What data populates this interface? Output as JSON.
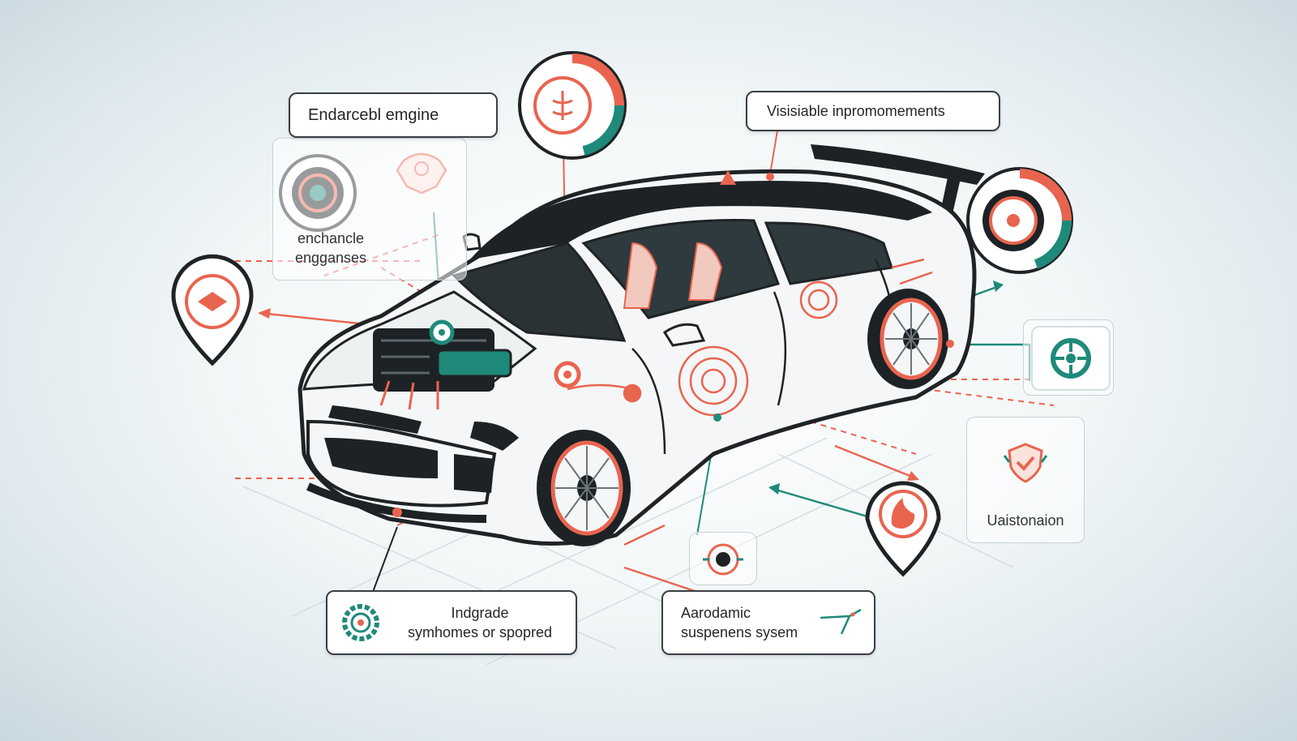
{
  "labels": {
    "engine_title": "Endarcebl emgine",
    "enchancle_line1": "enchancle",
    "enchancle_line2": "engganses",
    "visible_improvements": "Visisiable inpromomements",
    "uaistonaion": "Uaistonaion",
    "upgrade_line1": "Indgrade",
    "upgrade_line2": "symhomes or spopred",
    "aero_line1": "Aarodamic",
    "aero_line2": "suspenens sysem"
  },
  "colors": {
    "accent_red": "#e9644f",
    "accent_teal": "#1f8a7a",
    "outline": "#1f2326",
    "body_white": "#f4f6f7",
    "glass_dark": "#1c2225"
  },
  "icons": [
    "engine-gauge-icon",
    "shield-crest-icon",
    "camera-lens-icon",
    "front-pin-icon",
    "wheel-gauge-icon",
    "wheel-badge-icon",
    "shield-check-icon",
    "flame-pin-icon",
    "gear-badge-icon",
    "sensor-badge-icon"
  ]
}
